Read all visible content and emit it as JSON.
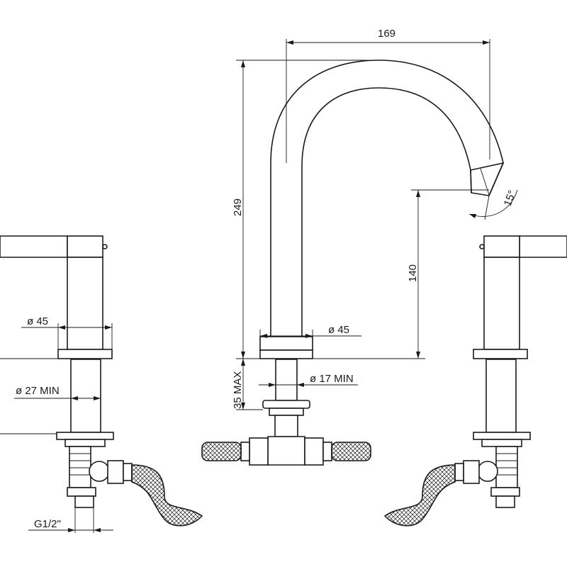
{
  "dimensions": {
    "width_169": "169",
    "height_249": "249",
    "height_140": "140",
    "angle_15": "15°",
    "dia_45_left": "ø 45",
    "dia_45_center": "ø 45",
    "dia_27": "ø 27 MIN",
    "dia_17": "ø 17 MIN",
    "max_35": "35 MAX",
    "thread": "G1/2\""
  }
}
